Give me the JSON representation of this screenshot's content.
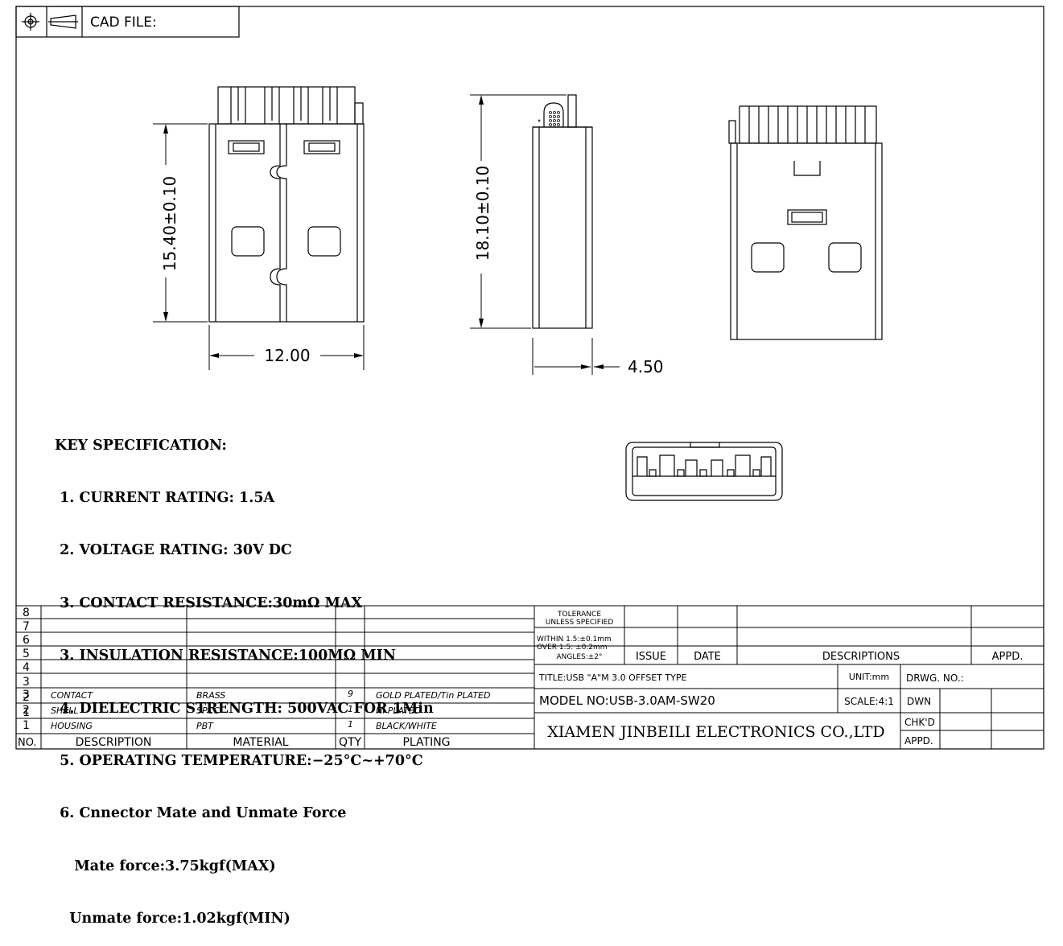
{
  "header": {
    "cad_label": "CAD FILE:"
  },
  "dimensions": {
    "front_height": "15.40±0.10",
    "front_width": "12.00",
    "side_height": "18.10±0.10",
    "side_width": "4.50"
  },
  "spec": {
    "heading": "KEY SPECIFICATION:",
    "lines": [
      " 1. CURRENT RATING: 1.5A",
      " 2. VOLTAGE RATING: 30V DC",
      " 3. CONTACT RESISTANCE:30mΩ MAX",
      " 3. INSULATION RESISTANCE:100MΩ MIN",
      " 4. DIELECTRIC STRENGTH: 500VAC FOR 1Min",
      " 5. OPERATING TEMPERATURE:−25°C~+70°C",
      " 6. Cnnector Mate and Unmate Force",
      "    Mate force:3.75kgf(MAX)",
      "   Unmate force:1.02kgf(MIN)"
    ]
  },
  "bom": {
    "row_numbers": [
      "8",
      "7",
      "6",
      "5",
      "4",
      "3",
      "2",
      "1"
    ],
    "rows": [
      {
        "no": "3",
        "desc": "CONTACT",
        "material": "BRASS",
        "qty": "9",
        "plating": "GOLD PLATED/Tin PLATED"
      },
      {
        "no": "2",
        "desc": "SHELL",
        "material": "SPCC",
        "qty": "1",
        "plating": "Ni PLATED"
      },
      {
        "no": "1",
        "desc": "HOUSING",
        "material": "PBT",
        "qty": "1",
        "plating": "BLACK/WHITE"
      }
    ],
    "headers": {
      "no": "NO.",
      "desc": "DESCRIPTION",
      "material": "MATERIAL",
      "qty": "QTY",
      "plating": "PLATING"
    }
  },
  "title_block": {
    "tolerance_1": "TOLERANCE",
    "tolerance_2": "UNLESS SPECIFIED",
    "within": "WITHIN 1.5:±0.1mm",
    "over": "OVER 1.5: ±0.2mm",
    "angles": "ANGLES:±2°",
    "issue": "ISSUE",
    "date": "DATE",
    "descriptions": "DESCRIPTIONS",
    "appd_header": "APPD.",
    "title": "TITLE:USB \"A\"M 3.0 OFFSET TYPE",
    "unit": "UNIT:mm",
    "drwg_no": "DRWG. NO.:",
    "model": "MODEL NO:USB-3.0AM-SW20",
    "scale": "SCALE:4:1",
    "dwn": "DWN",
    "chkd": "CHK'D",
    "appd": "APPD.",
    "company": "XIAMEN JINBEILI ELECTRONICS CO.,LTD"
  }
}
